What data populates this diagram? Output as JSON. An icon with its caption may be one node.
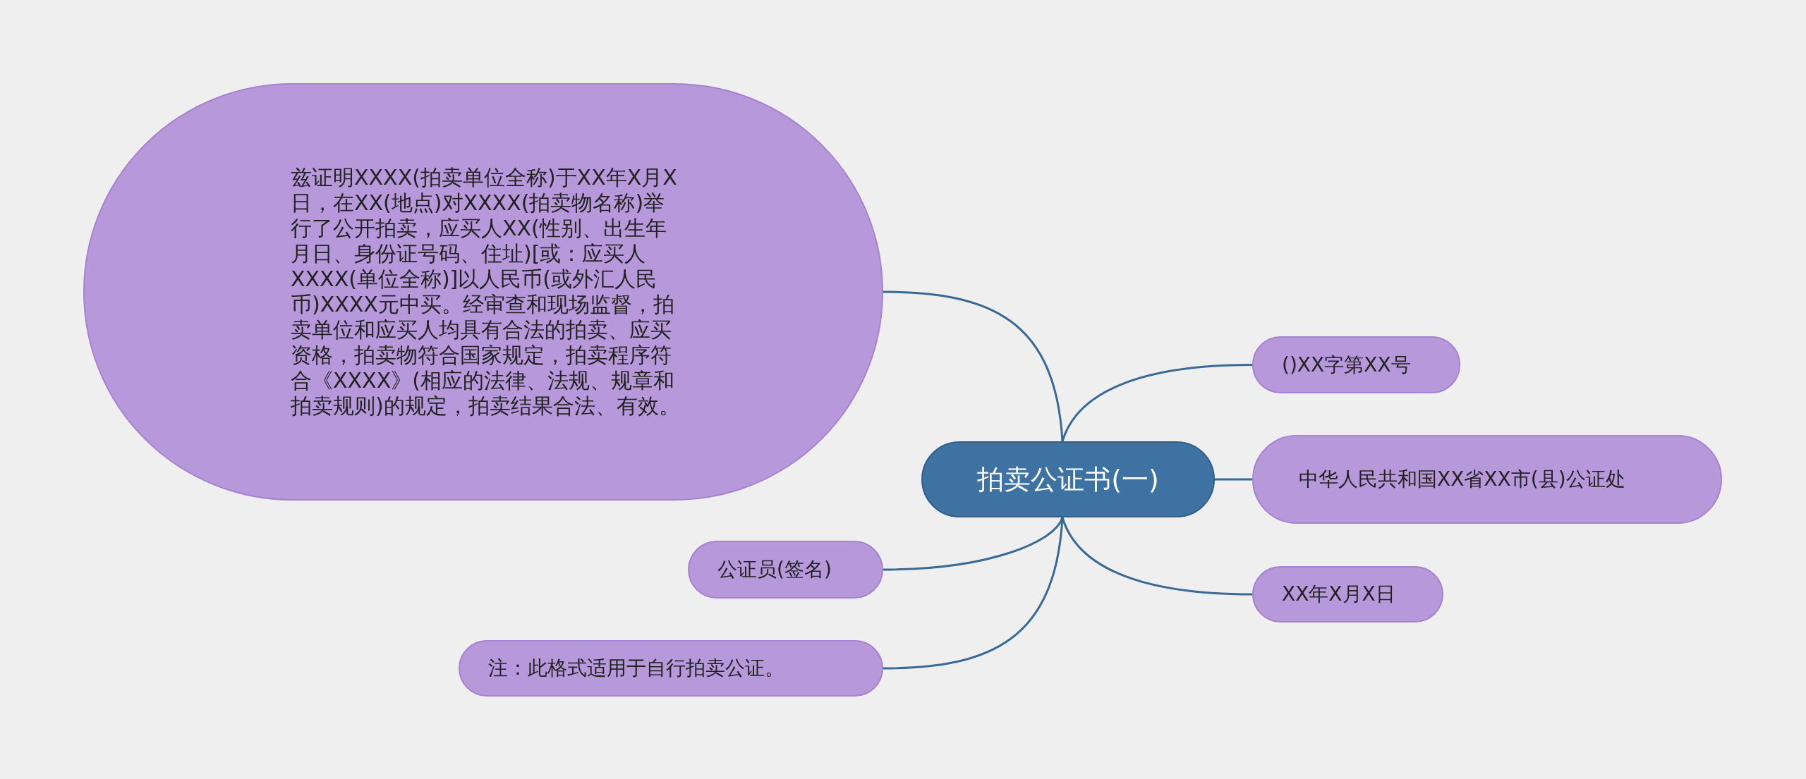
{
  "diagram": {
    "nodes": [
      {
        "text": [
          "拍卖公证书(一)"
        ]
      },
      {
        "text": [
          "兹证明XXXX(拍卖单位全称)于XX年X月X日，在XX(地点)对XXXX(拍卖物名称)举行了公开拍卖，应买人XX(性别、出生年月日、身份证号码、住址)[或：应买人XXXX(单位全称)]以人民币(或外汇人民币)XXXX元中买。经审查和现场监督，拍卖单位和应买人均具有合法的拍卖、应买资格，拍卖物符合国家规定，拍卖程序符合《XXXX》(相应的法律、法规、规章和拍卖规则)的规定，拍卖结果合法、有效。"
        ]
      },
      {
        "text": [
          "()XX字第XX号"
        ]
      },
      {
        "text": [
          "中华人民共和国XX省XX市(县)公证处"
        ]
      },
      {
        "text": [
          "公证员(签名)"
        ]
      },
      {
        "text": [
          "XX年X月X日"
        ]
      },
      {
        "text": [
          "注：此格式适用于自行拍卖公证。"
        ]
      }
    ],
    "edges": [
      {
        "from": 0,
        "to": 1,
        "arrow": "none"
      },
      {
        "from": 0,
        "to": 2,
        "arrow": "none"
      },
      {
        "from": 0,
        "to": 3,
        "arrow": "none"
      },
      {
        "from": 0,
        "to": 4,
        "arrow": "none"
      },
      {
        "from": 0,
        "to": 5,
        "arrow": "none"
      },
      {
        "from": 0,
        "to": 6,
        "arrow": "none"
      }
    ]
  }
}
